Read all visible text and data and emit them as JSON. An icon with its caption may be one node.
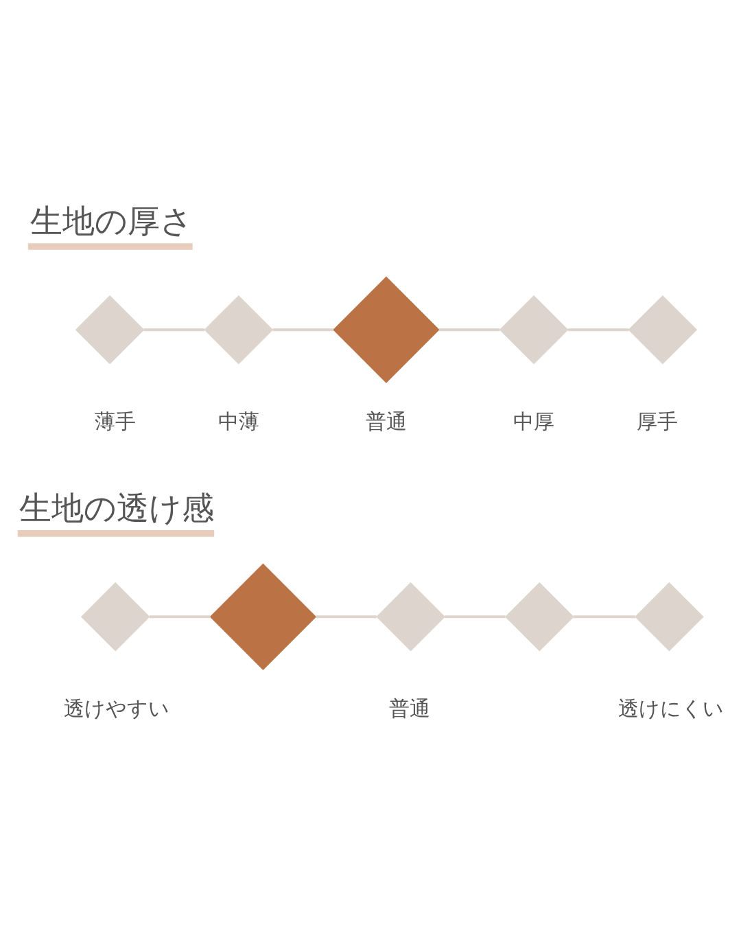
{
  "diagram": {
    "nodes": [
      {
        "text": [],
        "shape": "diamond",
        "beside": [
          "薄手"
        ]
      },
      {
        "text": [],
        "shape": "diamond",
        "beside": [
          "中薄"
        ]
      },
      {
        "text": [],
        "shape": "diamond",
        "beside": [
          "普通"
        ]
      },
      {
        "text": [],
        "shape": "diamond",
        "beside": [
          "中厚"
        ]
      },
      {
        "text": [],
        "shape": "diamond",
        "beside": [
          "厚手"
        ]
      },
      {
        "text": [],
        "shape": "diamond",
        "beside": [
          "透けやすい"
        ]
      },
      {
        "text": [],
        "shape": "diamond"
      },
      {
        "text": [],
        "shape": "diamond",
        "beside": [
          "普通"
        ]
      },
      {
        "text": [],
        "shape": "diamond"
      },
      {
        "text": [],
        "shape": "diamond",
        "beside": [
          "透けにくい"
        ]
      }
    ],
    "edges": [
      {
        "from": 0,
        "to": 1,
        "arrow": "none"
      },
      {
        "from": 1,
        "to": 2,
        "arrow": "none"
      },
      {
        "from": 2,
        "to": 3,
        "arrow": "none"
      },
      {
        "from": 3,
        "to": 4,
        "arrow": "none"
      },
      {
        "from": 5,
        "to": 6,
        "arrow": "none"
      },
      {
        "from": 6,
        "to": 7,
        "arrow": "none"
      },
      {
        "from": 7,
        "to": 8,
        "arrow": "none"
      },
      {
        "from": 8,
        "to": 9,
        "arrow": "none"
      }
    ],
    "labels": [
      "生地の厚さ",
      "生地の透け感"
    ]
  }
}
